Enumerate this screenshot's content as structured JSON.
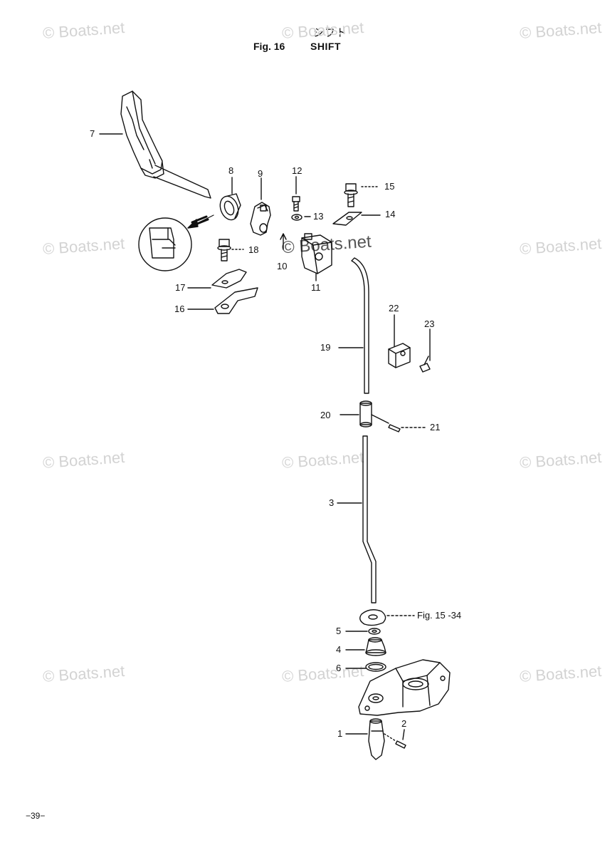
{
  "title": {
    "japanese": "シフト",
    "figure": "Fig. 16",
    "name": "SHIFT"
  },
  "watermark_text": "© Boats.net",
  "callouts": {
    "c1": "1",
    "c2": "2",
    "c3": "3",
    "c4": "4",
    "c5": "5",
    "c6": "6",
    "c7": "7",
    "c8": "8",
    "c9": "9",
    "c10": "10",
    "c11": "11",
    "c12": "12",
    "c13": "13",
    "c14": "14",
    "c15": "15",
    "c16": "16",
    "c17": "17",
    "c18": "18",
    "c19": "19",
    "c20": "20",
    "c21": "21",
    "c22": "22",
    "c23": "23",
    "ref_fig15": "Fig. 15 -34"
  },
  "page_number": "−39−",
  "colors": {
    "ink": "#111111",
    "watermark": "#d3d3d3"
  }
}
